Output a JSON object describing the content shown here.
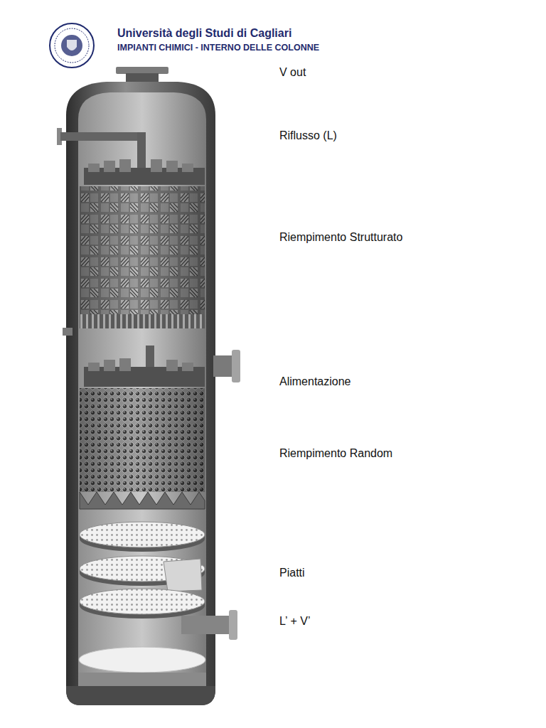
{
  "diagram": {
    "title": "Università degli Studi di Cagliari",
    "labels": [
      "IMPIANTI CHIMICI - INTERNO DELLE COLONNE",
      "V out",
      "Riflusso (L)",
      "Riempimento Strutturato",
      "Alimentazione",
      "Riempimento Random",
      "Piatti",
      "L’ + V’"
    ]
  }
}
